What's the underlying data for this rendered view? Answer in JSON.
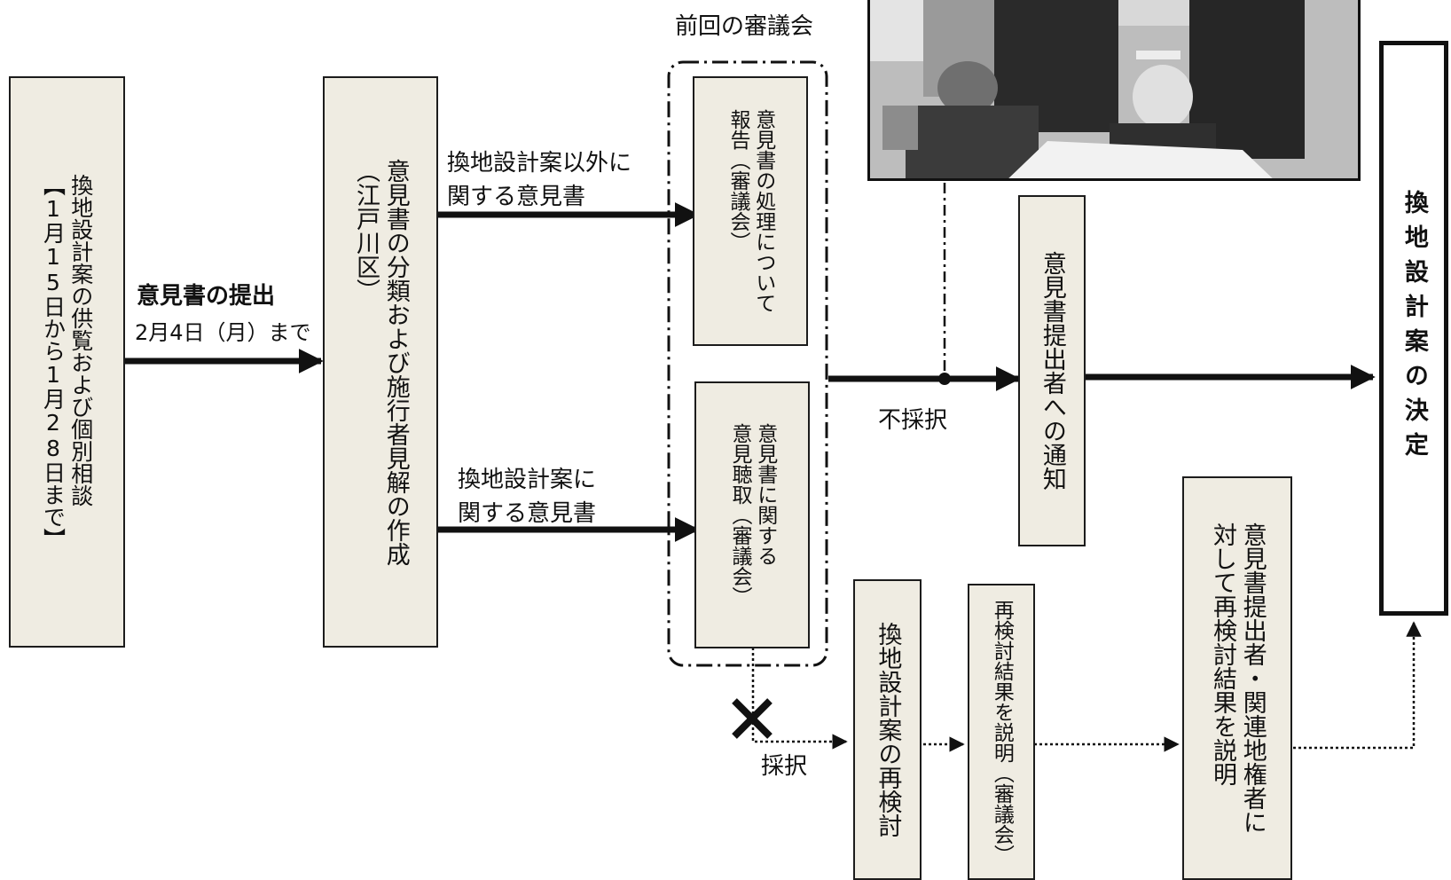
{
  "boxes": {
    "inspection": {
      "line1": "換地設計案の供覧および個別相談",
      "line2": "【1月15日から1月28日まで】"
    },
    "classification": {
      "line1": "意見書の分類および施行者見解の作成",
      "line2": "（江戸川区）"
    },
    "report": {
      "line1": "意見書の処理について",
      "line2": "報告（審議会）"
    },
    "hearing": {
      "line1": "意見書に関する",
      "line2": "意見聴取（審議会）"
    },
    "notify": {
      "text": "意見書提出者への通知"
    },
    "reexamine": {
      "text": "換地設計案の再検討"
    },
    "explain_council": {
      "text": "再検討結果を説明（審議会）"
    },
    "explain_owners": {
      "line1": "意見書提出者・関連地権者に",
      "line2": "対して再検討結果を説明"
    },
    "decision": {
      "text": "換地設計案の決定"
    }
  },
  "labels": {
    "submission": "意見書の提出",
    "deadline": "2月4日（月）まで",
    "previous_council": "前回の審議会",
    "other_opinion_line1": "換地設計案以外に",
    "other_opinion_line2": "関する意見書",
    "design_opinion_line1": "換地設計案に",
    "design_opinion_line2": "関する意見書",
    "rejected": "不採択",
    "adopted": "採択"
  },
  "photo": {
    "description": "審議会で意見書を手渡す写真"
  },
  "colors": {
    "box_fill": "#efece2",
    "line": "#111111",
    "final_fill": "#ffffff"
  }
}
